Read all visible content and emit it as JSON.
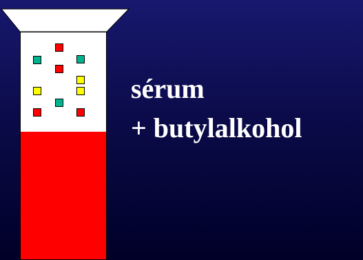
{
  "labels": {
    "line1": "sérum",
    "line2": "+ butylalkohol"
  },
  "colors": {
    "background_top": "#18186f",
    "background_bottom": "#000028",
    "tube": "#ffffff",
    "liquid": "#ff0000",
    "particle_red": "#ff0000",
    "particle_green": "#00b38f",
    "particle_yellow": "#ffff00"
  },
  "particles": [
    {
      "color": "red"
    },
    {
      "color": "green"
    },
    {
      "color": "red"
    },
    {
      "color": "green"
    },
    {
      "color": "red"
    },
    {
      "color": "yellow"
    },
    {
      "color": "yellow"
    },
    {
      "color": "green"
    },
    {
      "color": "red"
    },
    {
      "color": "yellow"
    }
  ]
}
